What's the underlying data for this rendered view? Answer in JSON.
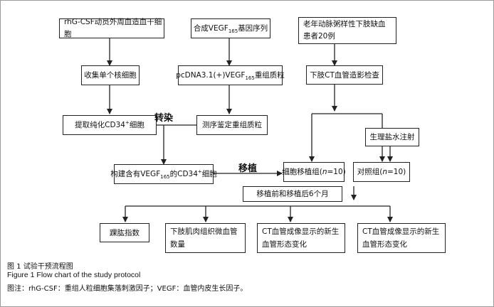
{
  "diagram": {
    "nodes": {
      "rhg": {
        "text": "rhG-CSF动员外周血造血干细胞"
      },
      "vegf_seq": {
        "pre": "合成VEGF",
        "sub": "165",
        "post": "基因序列"
      },
      "patients": {
        "text": "老年动脉粥样性下肢缺血患者20例"
      },
      "collect": {
        "text": "收集单个核细胞"
      },
      "plasmid": {
        "pre": "pcDNA3.1(+)VEGF",
        "sub": "165",
        "post": "重组质粒"
      },
      "angio": {
        "text": "下肢CT血管造影检查"
      },
      "extract": {
        "pre": "提取纯化CD34",
        "sup": "+",
        "post": "细胞"
      },
      "seq_verify": {
        "text": "测序鉴定重组质粒"
      },
      "saline": {
        "text": "生理盐水注射"
      },
      "construct": {
        "pre": "构建含有VEGF",
        "sub": "165",
        "mid": "的CD34",
        "sup": "+",
        "post": "细胞"
      },
      "transplant_group": {
        "pre": "细胞移植组(",
        "ital": "n",
        "post": "=10)"
      },
      "control_group": {
        "pre": "对照组(",
        "ital": "n",
        "post": "=10)"
      },
      "before_after": {
        "text": "移植前和移植后6个月"
      },
      "abi": {
        "text": "踝肱指数"
      },
      "capillary": {
        "text": "下肢肌肉组织微血管数量"
      },
      "ct1": {
        "text": "CT血管成像显示的新生血管形态变化"
      },
      "ct2": {
        "text": "CT血管成像显示的新生血管形态变化"
      }
    },
    "edge_labels": {
      "transfect": "转染",
      "transplant": "移植"
    }
  },
  "caption": {
    "title_cn": "图 1   试验干预流程图",
    "title_en": "Figure 1    Flow chart of the study protocol",
    "note": "图注：rhG-CSF：重组人粒细胞集落刺激因子；VEGF：血管内皮生长因子。"
  },
  "colors": {
    "line": "#222222",
    "box_border": "#222222",
    "frame": "#9a9a9a"
  }
}
